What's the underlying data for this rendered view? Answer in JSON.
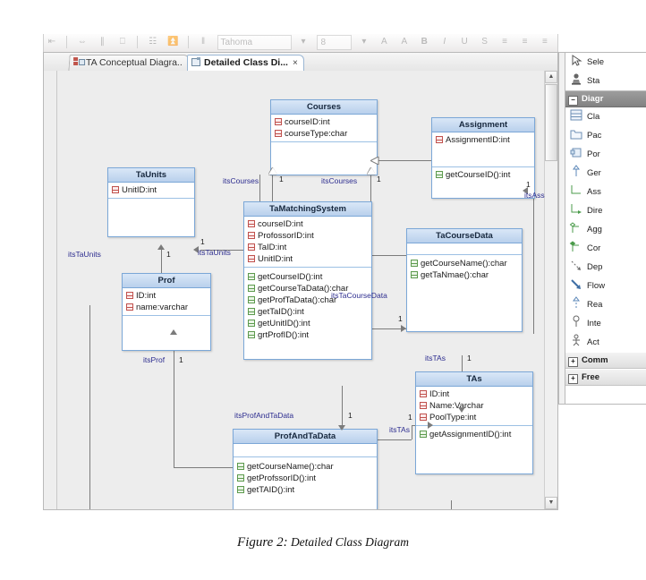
{
  "toolbar": {
    "font_name": "Tahoma",
    "font_size": "8"
  },
  "tabs": [
    {
      "label": "TA Conceptual Diagra..",
      "icon": "conceptual-diagram-icon",
      "active": false
    },
    {
      "label": "Detailed Class Di...",
      "icon": "class-diagram-icon",
      "active": true,
      "close": "×"
    }
  ],
  "classes": {
    "courses": {
      "name": "Courses",
      "attributes": [
        "courseID:int",
        "courseType:char"
      ],
      "operations": []
    },
    "assignment": {
      "name": "Assignment",
      "attributes": [
        "AssignmentID:int"
      ],
      "operations": [
        "getCourseID():int"
      ]
    },
    "taunits": {
      "name": "TaUnits",
      "attributes": [
        "UnitID:int"
      ],
      "operations": []
    },
    "tamatchingsystem": {
      "name": "TaMatchingSystem",
      "attributes": [
        "courseID:int",
        "ProfossorID:int",
        "TaID:int",
        "UnitID:int"
      ],
      "operations": [
        "getCourseID():int",
        "getCourseTaData():char",
        "getProfTaData():char",
        "getTaID():int",
        "getUnitID():int",
        "grtProfID():int"
      ]
    },
    "tacoursedata": {
      "name": "TaCourseData",
      "attributes": [],
      "operations": [
        "getCourseName():char",
        "getTaNmae():char"
      ]
    },
    "prof": {
      "name": "Prof",
      "attributes": [
        "ID:int",
        "name:varchar"
      ],
      "operations": []
    },
    "tas": {
      "name": "TAs",
      "attributes": [
        "ID:int",
        "Name:Varchar",
        "PoolType:int"
      ],
      "operations": [
        "getAssignmentID():int"
      ]
    },
    "profandtadata": {
      "name": "ProfAndTaData",
      "attributes": [],
      "operations": [
        "getCourseName():char",
        "getProfssorID():int",
        "getTAID():int"
      ]
    }
  },
  "associations": [
    {
      "label": "itsCourses",
      "multiplicity": "1"
    },
    {
      "label": "itsCourses",
      "multiplicity": "1"
    },
    {
      "label": "itsAss",
      "multiplicity": "1"
    },
    {
      "label": "itsTaUnits",
      "multiplicity": "1"
    },
    {
      "label": "itsTaUnits",
      "multiplicity": "1"
    },
    {
      "label": "itsTaCourseData",
      "multiplicity": "1"
    },
    {
      "label": "itsProf",
      "multiplicity": "1"
    },
    {
      "label": "itsTAs",
      "multiplicity": "1"
    },
    {
      "label": "itsProfAndTaData",
      "multiplicity": "1"
    },
    {
      "label": "itsTAs",
      "multiplicity": "1"
    }
  ],
  "palette": {
    "items": [
      {
        "label": "Sele",
        "icon": "cursor-select-icon"
      },
      {
        "label": "Sta",
        "icon": "stamp-icon"
      }
    ],
    "section_diagram": {
      "label": "Diagr",
      "expander": "−"
    },
    "diagram_items": [
      {
        "label": "Cla",
        "icon": "class-icon"
      },
      {
        "label": "Pac",
        "icon": "package-icon"
      },
      {
        "label": "Por",
        "icon": "port-icon"
      },
      {
        "label": "Ger",
        "icon": "generalization-icon"
      },
      {
        "label": "Ass",
        "icon": "association-icon"
      },
      {
        "label": "Dire",
        "icon": "directed-association-icon"
      },
      {
        "label": "Agg",
        "icon": "aggregation-icon"
      },
      {
        "label": "Cor",
        "icon": "composition-icon"
      },
      {
        "label": "Dep",
        "icon": "dependency-icon"
      },
      {
        "label": "Flow",
        "icon": "flow-icon"
      },
      {
        "label": "Rea",
        "icon": "realization-icon"
      },
      {
        "label": "Inte",
        "icon": "interface-icon"
      },
      {
        "label": "Act",
        "icon": "actor-icon"
      }
    ],
    "section_common": {
      "label": "Comm",
      "expander": "+"
    },
    "section_free": {
      "label": "Free",
      "expander": "+"
    }
  },
  "caption": {
    "figure_number": "Figure 2:",
    "text": " Detailed Class Diagram"
  },
  "colors": {
    "class_border": "#7ba7d7",
    "class_header_top": "#d9e7f7",
    "class_header_bottom": "#b9d0ec",
    "attribute_icon": "#c0514d",
    "operation_icon": "#5d9a4e",
    "connector": "#7b7b7b",
    "association_label": "#2c2c8f",
    "canvas": "#ededed"
  }
}
